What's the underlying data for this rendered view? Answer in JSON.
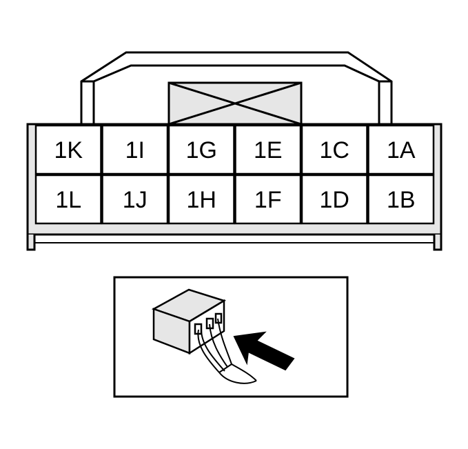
{
  "connector": {
    "pins": [
      {
        "label": "1K"
      },
      {
        "label": "1I"
      },
      {
        "label": "1G"
      },
      {
        "label": "1E"
      },
      {
        "label": "1C"
      },
      {
        "label": "1A"
      },
      {
        "label": "1L"
      },
      {
        "label": "1J"
      },
      {
        "label": "1H"
      },
      {
        "label": "1F"
      },
      {
        "label": "1D"
      },
      {
        "label": "1B"
      }
    ],
    "columns": 6,
    "rows": 2
  },
  "colors": {
    "line": "#000000",
    "fill_gray": "#e6e6e6",
    "fill_white": "#ffffff"
  },
  "icons": {
    "connector_lock": "x-cross-icon",
    "inset_arrow": "arrow-icon"
  }
}
